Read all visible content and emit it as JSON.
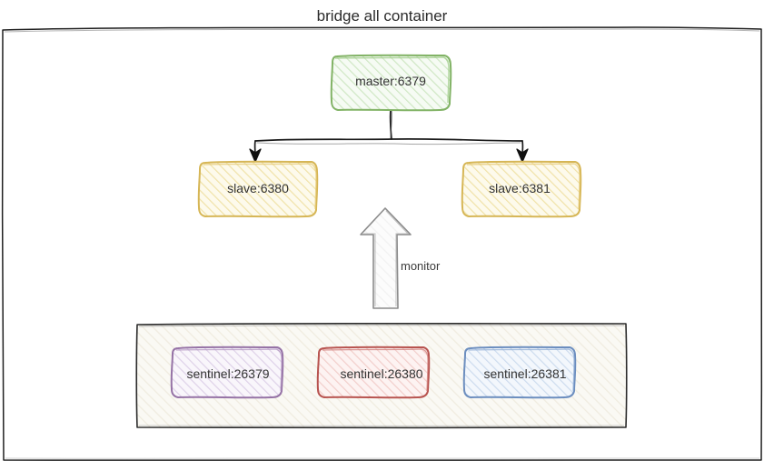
{
  "diagram": {
    "title": "bridge all container",
    "type": "architecture-diagram",
    "background": "#ffffff"
  },
  "outer_container": {
    "name": "bridge all container",
    "stroke": "#1f1f1f",
    "fill": "#ffffff"
  },
  "nodes": {
    "master": {
      "label": "master:6379",
      "stroke": "#82b366",
      "fill": "#f5faf3",
      "hatch": "#c7e3bb"
    },
    "slave_a": {
      "label": "slave:6380",
      "stroke": "#d6b656",
      "fill": "#fdf8e3",
      "hatch": "#eedc9a"
    },
    "slave_b": {
      "label": "slave:6381",
      "stroke": "#d6b656",
      "fill": "#fdf8e3",
      "hatch": "#eedc9a"
    },
    "sentinel_a": {
      "label": "sentinel:26379",
      "stroke": "#9673a6",
      "fill": "#f7f2fa",
      "hatch": "#d8c6e3"
    },
    "sentinel_b": {
      "label": "sentinel:26380",
      "stroke": "#b85450",
      "fill": "#fdf0ef",
      "hatch": "#eec3c0"
    },
    "sentinel_c": {
      "label": "sentinel:26381",
      "stroke": "#6c8ebf",
      "fill": "#f0f5fb",
      "hatch": "#c2d4ea"
    }
  },
  "sentinel_group": {
    "stroke": "#2b2b2b",
    "fill": "#faf9f5",
    "hatch": "#efece0"
  },
  "edges": {
    "master_to_slaves": {
      "stroke": "#1a1a1a",
      "arrowheads": 2
    },
    "monitor": {
      "label": "monitor",
      "stroke": "#808080",
      "fill": "#fbfbfb",
      "direction": "up"
    }
  }
}
